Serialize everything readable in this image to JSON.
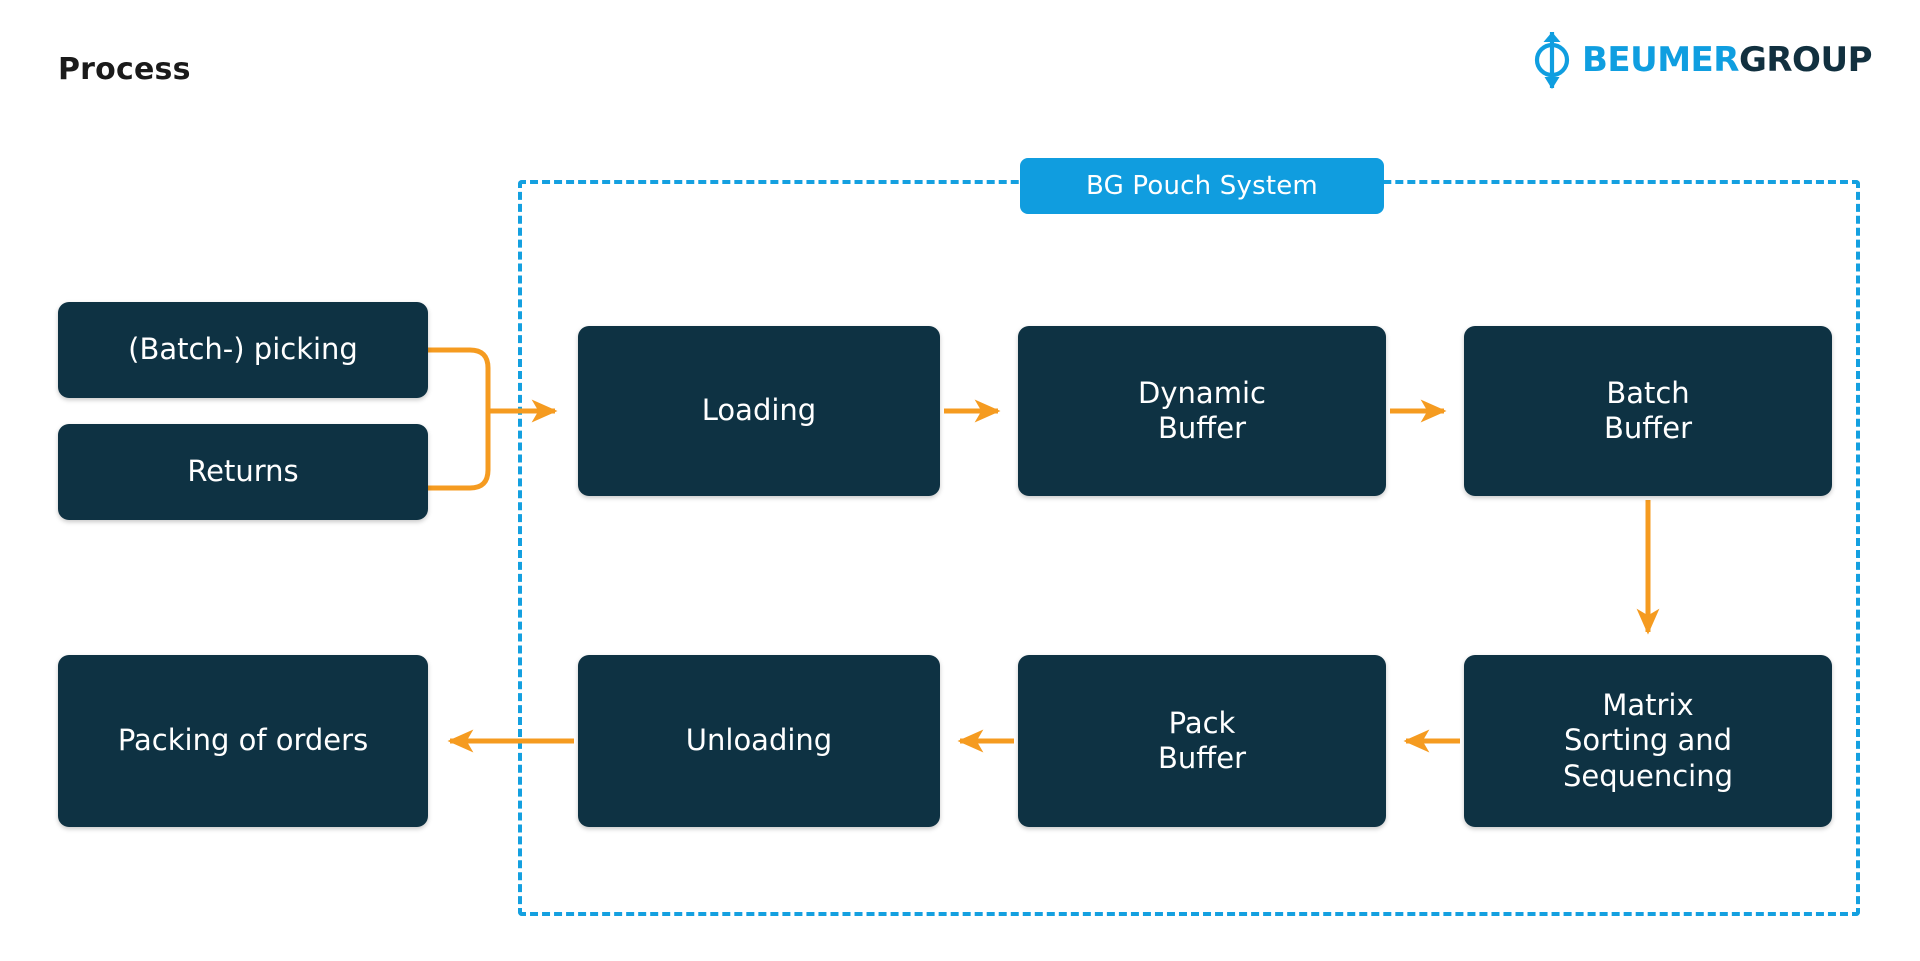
{
  "header": {
    "title": "Process",
    "logo": {
      "mark": "arrow-through-circle-icon",
      "brand": "BEUMER",
      "suffix": "GROUP"
    }
  },
  "colors": {
    "node_fill": "#0e3243",
    "node_text": "#ffffff",
    "accent_orange": "#f59b20",
    "system_blue": "#14a0e0",
    "label_blue": "#109ddf",
    "brand_blue": "#0f9ee0",
    "brand_dark": "#11303f",
    "background": "#ffffff"
  },
  "system": {
    "label": "BG Pouch System",
    "boundary_style": "dashed"
  },
  "nodes": {
    "picking": "(Batch-) picking",
    "returns": "Returns",
    "packing": "Packing of orders",
    "loading": "Loading",
    "dynamic": "Dynamic\nBuffer",
    "batch": "Batch\nBuffer",
    "matrix": "Matrix\nSorting and\nSequencing",
    "pack": "Pack\nBuffer",
    "unloading": "Unloading"
  },
  "flow": {
    "edges": [
      {
        "from": "picking",
        "to": "loading",
        "direction": "right",
        "style": "merged-elbow"
      },
      {
        "from": "returns",
        "to": "loading",
        "direction": "right",
        "style": "merged-elbow"
      },
      {
        "from": "loading",
        "to": "dynamic",
        "direction": "right",
        "style": "straight"
      },
      {
        "from": "dynamic",
        "to": "batch",
        "direction": "right",
        "style": "straight"
      },
      {
        "from": "batch",
        "to": "matrix",
        "direction": "down",
        "style": "straight"
      },
      {
        "from": "matrix",
        "to": "pack",
        "direction": "left",
        "style": "straight"
      },
      {
        "from": "pack",
        "to": "unloading",
        "direction": "left",
        "style": "straight"
      },
      {
        "from": "unloading",
        "to": "packing",
        "direction": "left",
        "style": "straight"
      }
    ]
  }
}
